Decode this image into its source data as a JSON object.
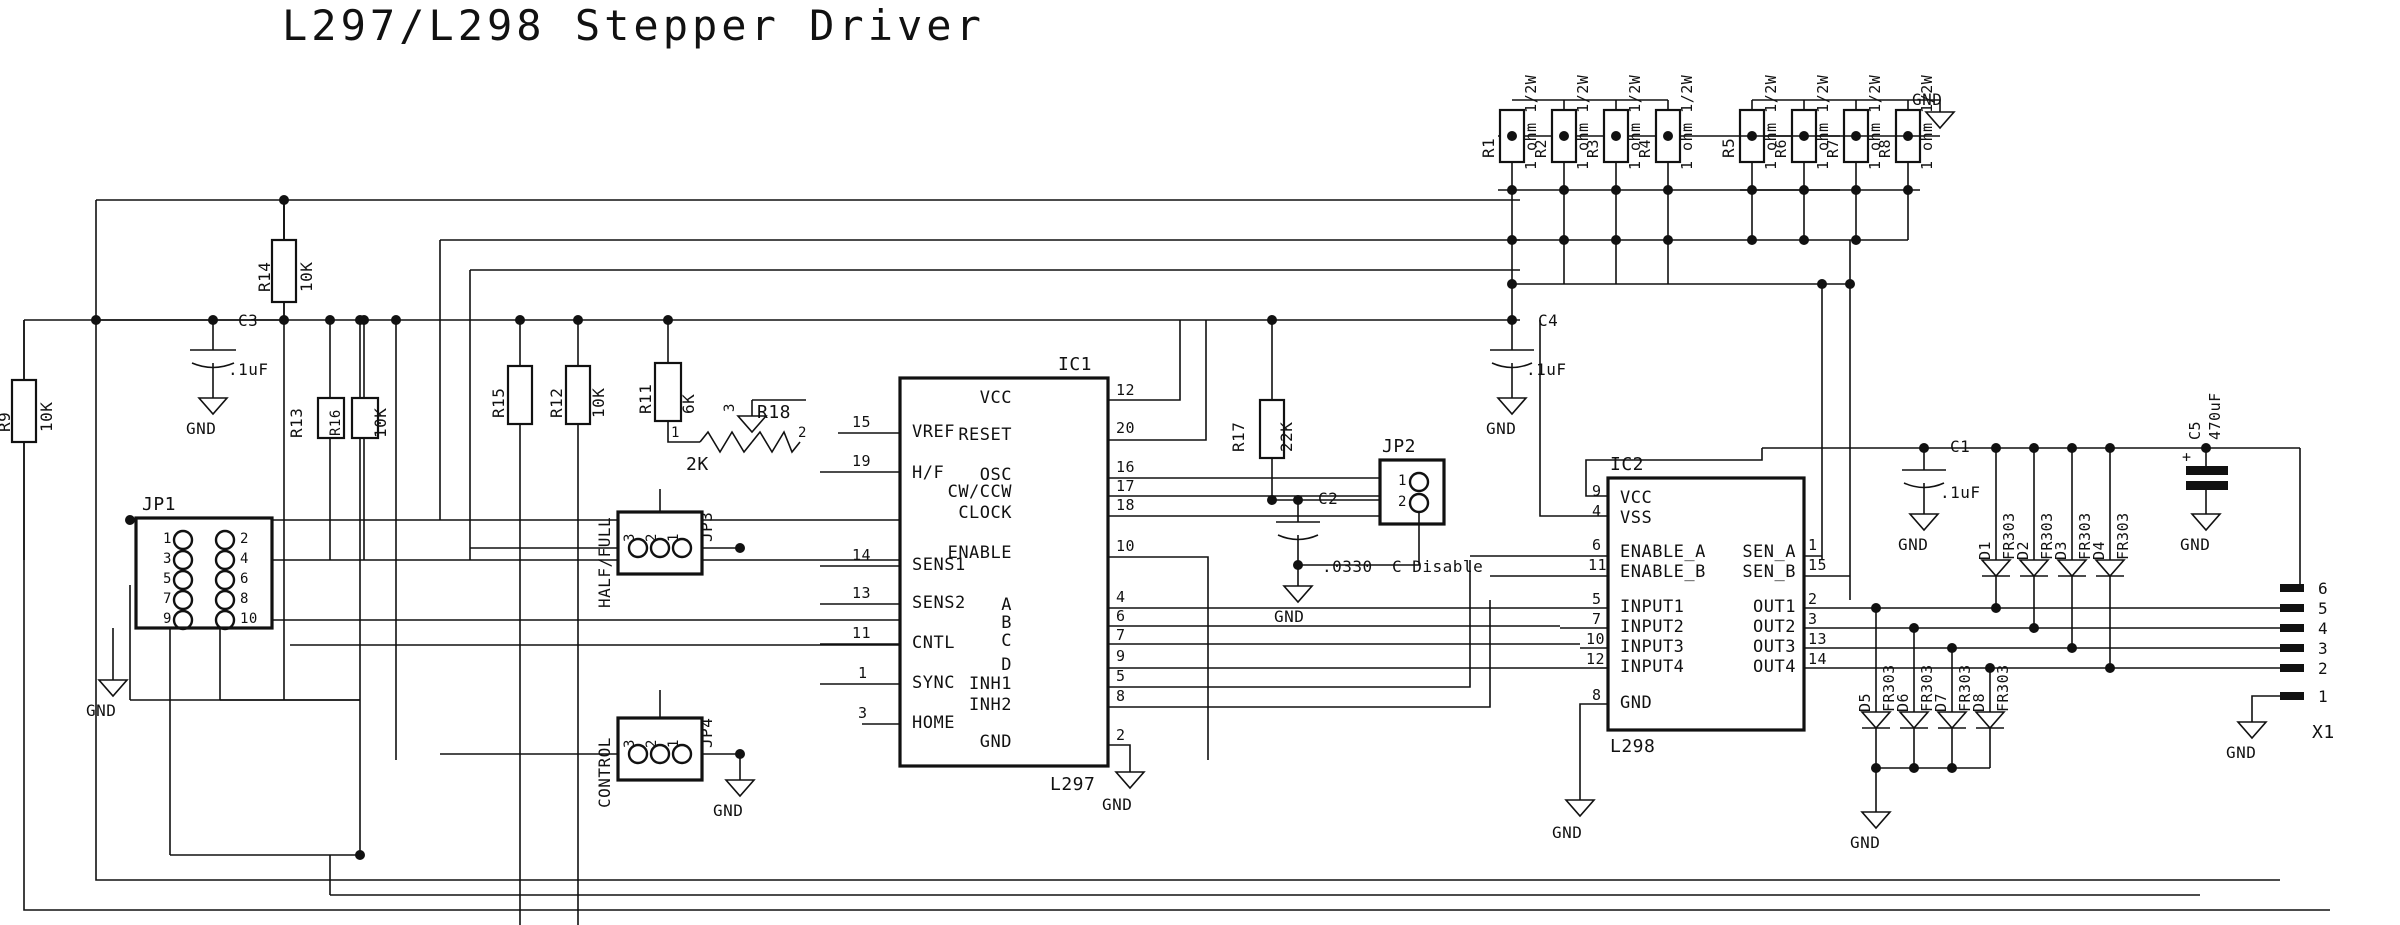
{
  "title": "L297/L298 Stepper Driver",
  "ic1": {
    "ref": "IC1",
    "name": "L297",
    "left_pins": [
      {
        "num": "15",
        "label": "VREF"
      },
      {
        "num": "19",
        "label": "H/F"
      },
      {
        "num": "14",
        "label": "SENS1"
      },
      {
        "num": "13",
        "label": "SENS2"
      },
      {
        "num": "11",
        "label": "CNTL"
      },
      {
        "num": "1",
        "label": "SYNC"
      },
      {
        "num": "3",
        "label": "HOME"
      }
    ],
    "right_pins": [
      {
        "num": "12",
        "label": "VCC"
      },
      {
        "num": "20",
        "label": "RESET"
      },
      {
        "num": "16",
        "label": "OSC"
      },
      {
        "num": "17",
        "label": "CW/CCW"
      },
      {
        "num": "18",
        "label": "CLOCK"
      },
      {
        "num": "10",
        "label": "ENABLE"
      },
      {
        "num": "4",
        "label": "A"
      },
      {
        "num": "6",
        "label": "B"
      },
      {
        "num": "7",
        "label": "C"
      },
      {
        "num": "9",
        "label": "D"
      },
      {
        "num": "5",
        "label": "INH1"
      },
      {
        "num": "8",
        "label": "INH2"
      },
      {
        "num": "2",
        "label": "GND"
      }
    ]
  },
  "ic2": {
    "ref": "IC2",
    "name": "L298",
    "left_pins": [
      {
        "num": "9",
        "label": "VCC"
      },
      {
        "num": "4",
        "label": "VSS"
      },
      {
        "num": "6",
        "label": "ENABLE_A"
      },
      {
        "num": "11",
        "label": "ENABLE_B"
      },
      {
        "num": "5",
        "label": "INPUT1"
      },
      {
        "num": "7",
        "label": "INPUT2"
      },
      {
        "num": "10",
        "label": "INPUT3"
      },
      {
        "num": "12",
        "label": "INPUT4"
      },
      {
        "num": "8",
        "label": "GND"
      }
    ],
    "right_pins": [
      {
        "num": "1",
        "label": "SEN_A"
      },
      {
        "num": "15",
        "label": "SEN_B"
      },
      {
        "num": "2",
        "label": "OUT1"
      },
      {
        "num": "3",
        "label": "OUT2"
      },
      {
        "num": "13",
        "label": "OUT3"
      },
      {
        "num": "14",
        "label": "OUT4"
      }
    ]
  },
  "resistors": [
    {
      "ref": "R9",
      "value": "10K"
    },
    {
      "ref": "R14",
      "value": "10K"
    },
    {
      "ref": "R13",
      "value": ""
    },
    {
      "ref": "R16",
      "value": "10K"
    },
    {
      "ref": "R15",
      "value": ""
    },
    {
      "ref": "R12",
      "value": "10K"
    },
    {
      "ref": "R11",
      "value": "6K"
    },
    {
      "ref": "R18",
      "value": "2K"
    },
    {
      "ref": "R17",
      "value": "22K"
    }
  ],
  "sense_resistors_a": {
    "refs": [
      "R1",
      "R2",
      "R3",
      "R4"
    ],
    "value": "1 ohm 1/2W"
  },
  "sense_resistors_b": {
    "refs": [
      "R5",
      "R6",
      "R7",
      "R8"
    ],
    "value": "1 ohm 1/2W"
  },
  "capacitors": [
    {
      "ref": "C3",
      "value": ".1uF"
    },
    {
      "ref": "C4",
      "value": ".1uF"
    },
    {
      "ref": "C1",
      "value": ".1uF"
    },
    {
      "ref": "C2",
      "value": ".0330"
    },
    {
      "ref": "C5",
      "value": "470uF"
    }
  ],
  "diodes_top": [
    {
      "ref": "D1",
      "value": "FR303"
    },
    {
      "ref": "D2",
      "value": "FR303"
    },
    {
      "ref": "D3",
      "value": "FR303"
    },
    {
      "ref": "D4",
      "value": "FR303"
    }
  ],
  "diodes_bottom": [
    {
      "ref": "D5",
      "value": "FR303"
    },
    {
      "ref": "D6",
      "value": "FR303"
    },
    {
      "ref": "D7",
      "value": "FR303"
    },
    {
      "ref": "D8",
      "value": "FR303"
    }
  ],
  "jumpers": {
    "jp1": {
      "ref": "JP1",
      "pins": [
        "1",
        "2",
        "3",
        "4",
        "5",
        "6",
        "7",
        "8",
        "9",
        "10"
      ]
    },
    "jp2": {
      "ref": "JP2",
      "pins": [
        "1",
        "2"
      ],
      "note": "C Disable"
    },
    "jp3": {
      "ref": "JP3",
      "pins": [
        "3",
        "2",
        "1"
      ],
      "label": "HALF/FULL"
    },
    "jp4": {
      "ref": "JP4",
      "pins": [
        "3",
        "2",
        "1"
      ],
      "label": "CONTROL"
    }
  },
  "connector_x1": {
    "ref": "X1",
    "pins": [
      "6",
      "5",
      "4",
      "3",
      "2",
      "1"
    ]
  },
  "gnd_label": "GND",
  "colors": {
    "ink": "#111111",
    "background": "#ffffff"
  }
}
